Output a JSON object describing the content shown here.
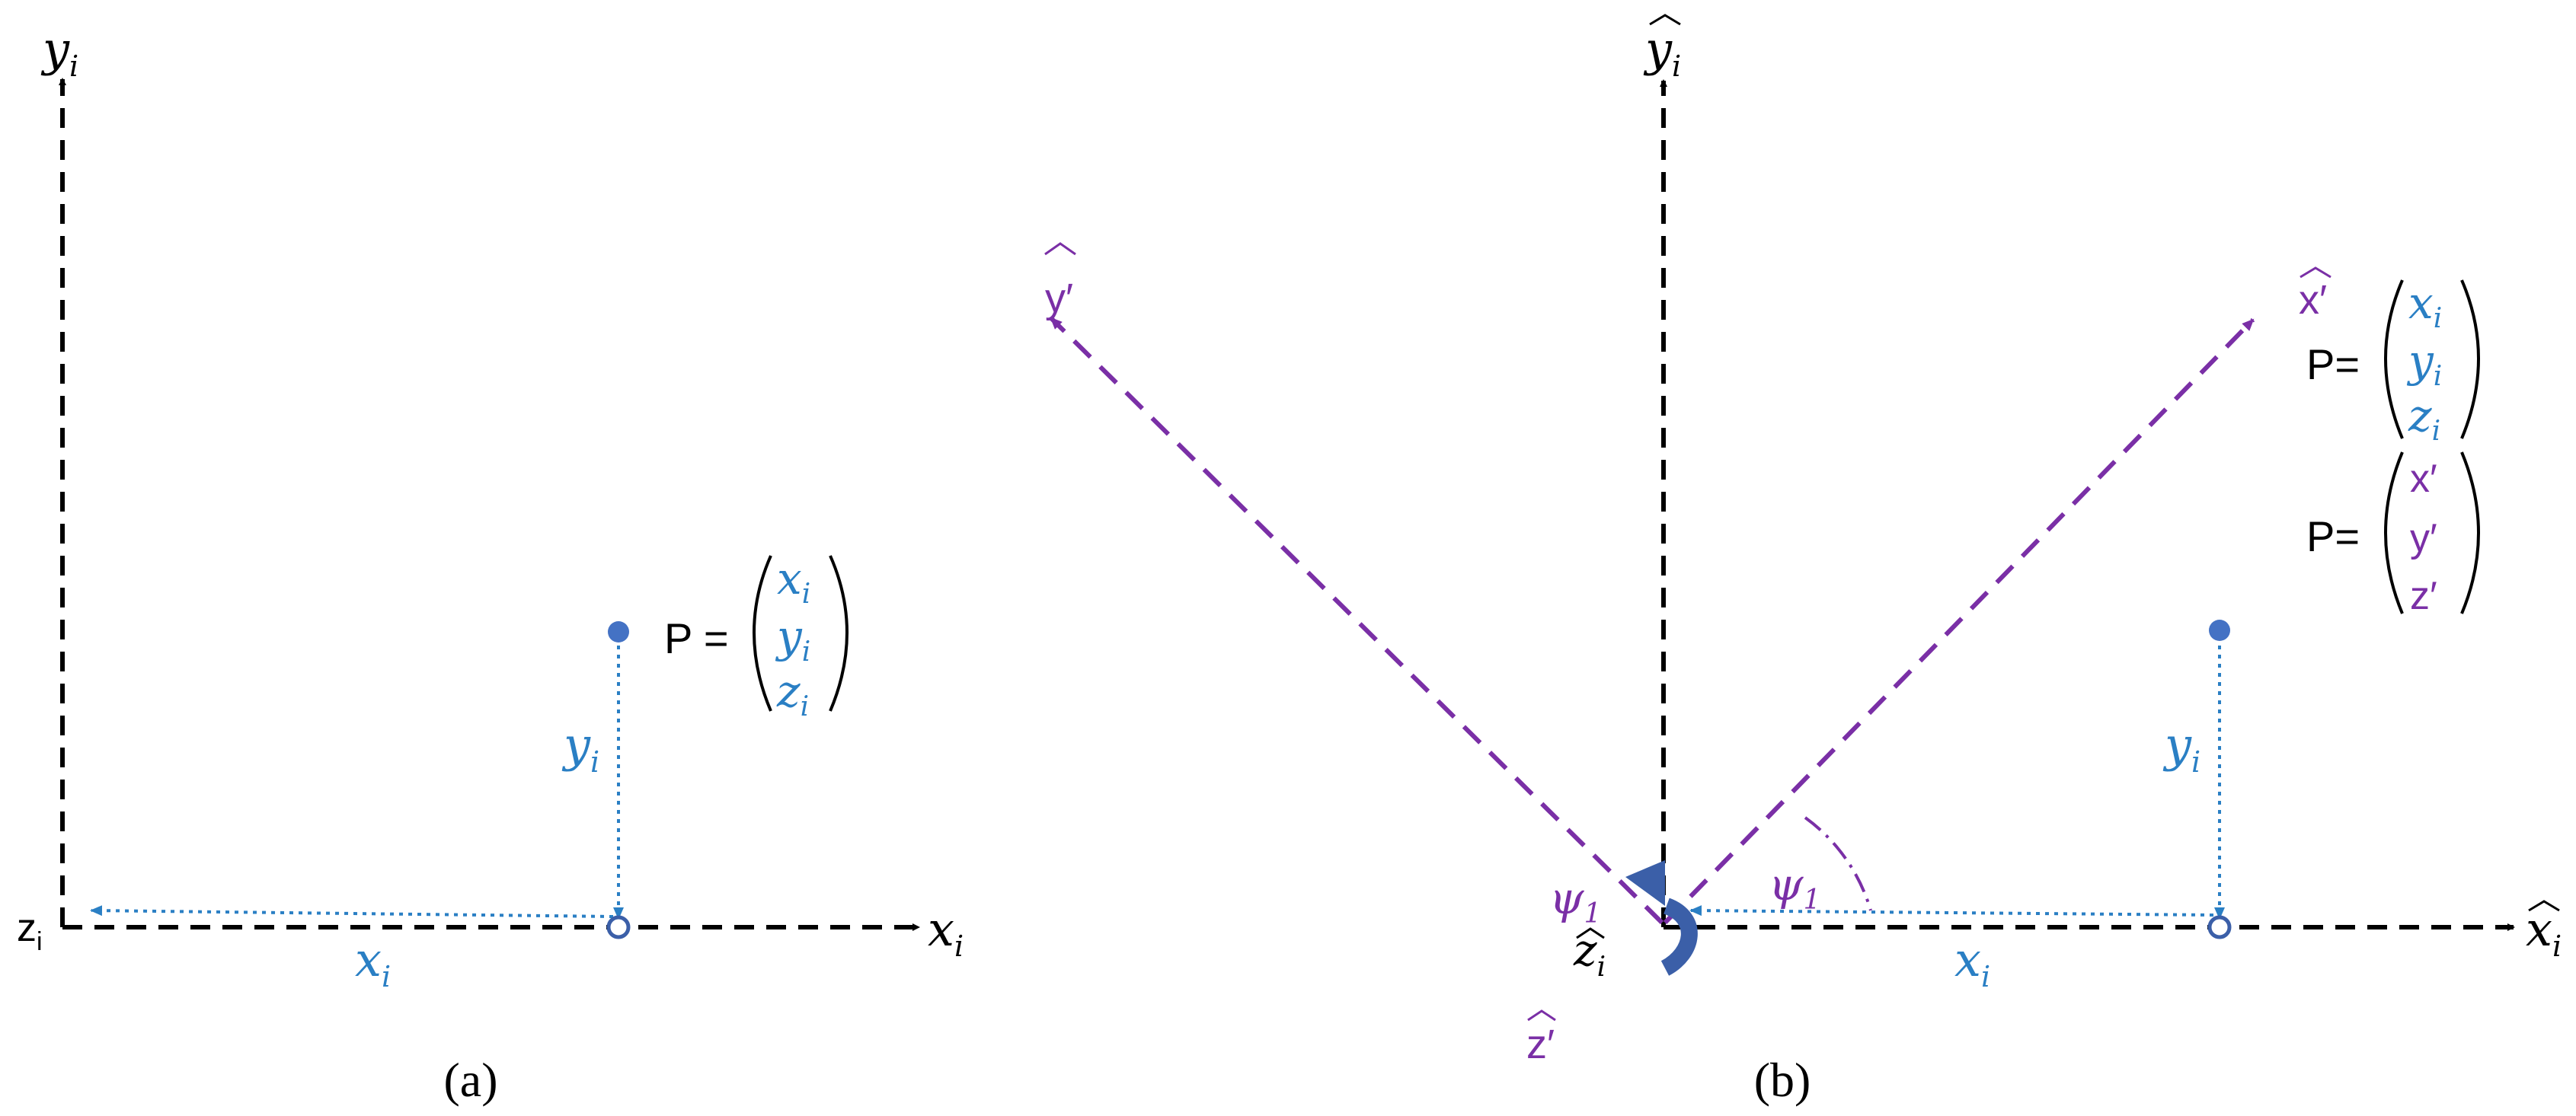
{
  "colors": {
    "axis": "#000000",
    "blue": "#2a7fc4",
    "dot_blue": "#4472c4",
    "rotate_arrow": "#3b5fa8",
    "purple": "#7a2fa6"
  },
  "panel_a": {
    "caption": "(a)",
    "axis_y_label": {
      "base": "y",
      "sub": "i"
    },
    "axis_x_label": {
      "base": "x",
      "sub": "i"
    },
    "axis_z_label": {
      "base": "z",
      "sub": "i"
    },
    "xi_label": {
      "base": "x",
      "sub": "i"
    },
    "yi_label": {
      "base": "y",
      "sub": "i"
    },
    "point": {
      "name": "P",
      "eq": "P =",
      "components": [
        {
          "base": "x",
          "sub": "i"
        },
        {
          "base": "y",
          "sub": "i"
        },
        {
          "base": "z",
          "sub": "i"
        }
      ]
    }
  },
  "panel_b": {
    "caption": "(b)",
    "axis_y_label": {
      "base": "y",
      "sub": "i"
    },
    "axis_x_label": {
      "base": "x",
      "sub": "i"
    },
    "axis_z_label": {
      "base": "z",
      "sub": "i"
    },
    "rot_x_label": "x′",
    "rot_y_label": "y′",
    "rot_z_label": "z′",
    "angle_left": {
      "base": "ψ",
      "sub": "1"
    },
    "angle_right": {
      "base": "ψ",
      "sub": "1"
    },
    "xi_label": {
      "base": "x",
      "sub": "i"
    },
    "yi_label": {
      "base": "y",
      "sub": "i"
    },
    "point_inertial": {
      "eq": "P=",
      "components": [
        {
          "base": "x",
          "sub": "i"
        },
        {
          "base": "y",
          "sub": "i"
        },
        {
          "base": "z",
          "sub": "i"
        }
      ]
    },
    "point_rotated": {
      "eq": "P=",
      "components": [
        "x′",
        "y′",
        "z′"
      ]
    }
  }
}
